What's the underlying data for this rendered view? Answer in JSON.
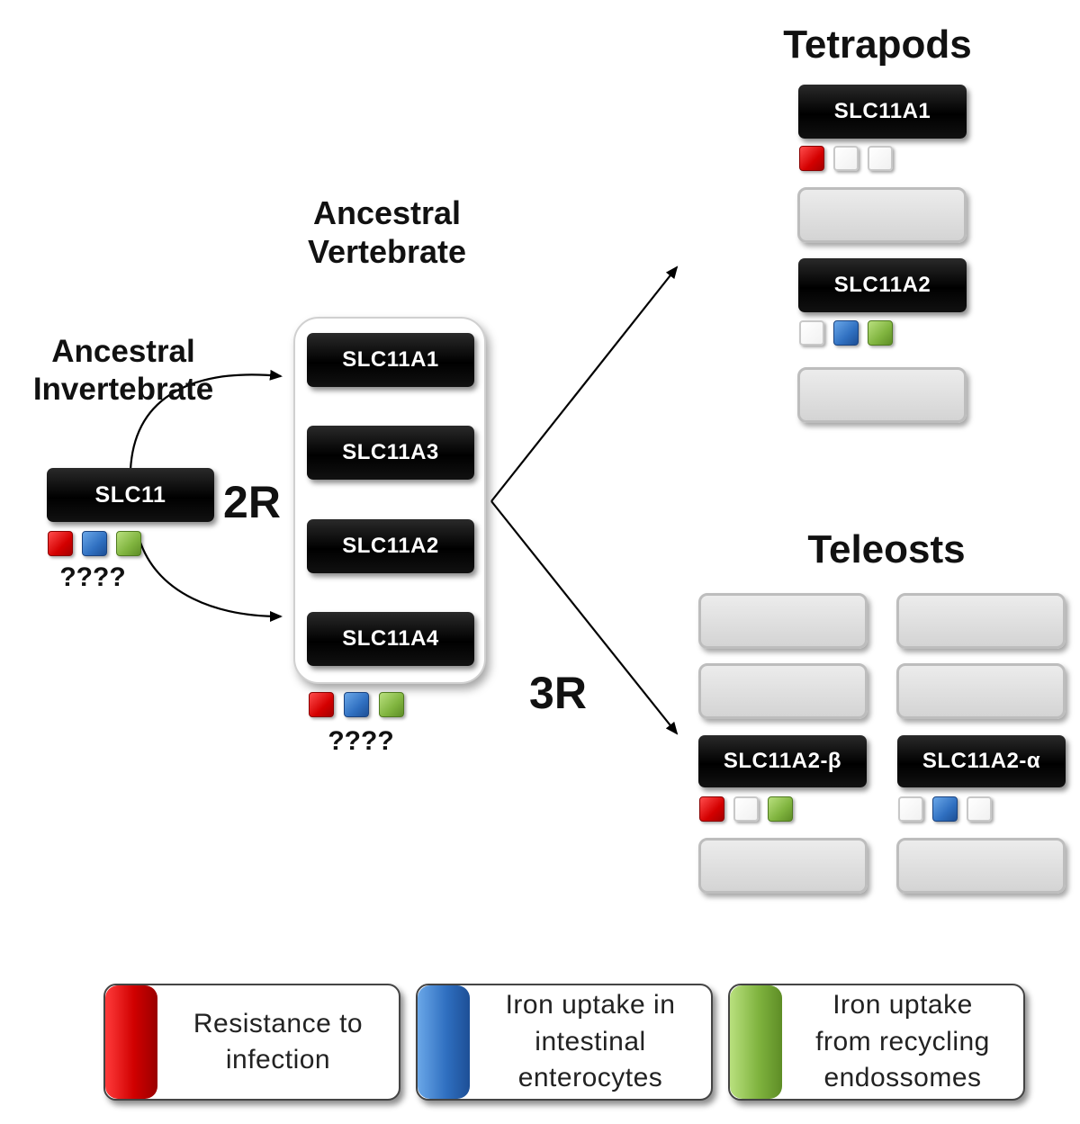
{
  "labels": {
    "ancestral_invertebrate": "Ancestral\nInvertebrate",
    "ancestral_vertebrate": "Ancestral\nVertebrate",
    "tetrapods": "Tetrapods",
    "teleosts": "Teleosts",
    "two_r": "2R",
    "three_r": "3R",
    "unknown_invertebrate": "????",
    "unknown_vertebrate": "????"
  },
  "genes": {
    "invertebrate": "SLC11",
    "vertebrate": [
      "SLC11A1",
      "SLC11A3",
      "SLC11A2",
      "SLC11A4"
    ],
    "tetrapod_a1": "SLC11A1",
    "tetrapod_a2": "SLC11A2",
    "teleost_beta": "SLC11A2-β",
    "teleost_alpha": "SLC11A2-α"
  },
  "function_markers": {
    "invertebrate": [
      "red",
      "blue",
      "green"
    ],
    "vertebrate": [
      "red",
      "blue",
      "green"
    ],
    "tetrapod_a1": [
      "red",
      "white",
      "white"
    ],
    "tetrapod_a2": [
      "white",
      "blue",
      "green"
    ],
    "teleost_beta": [
      "red",
      "white",
      "green"
    ],
    "teleost_alpha": [
      "white",
      "blue",
      "white"
    ]
  },
  "legend": [
    {
      "color": "#e00000",
      "text": "Resistance to\ninfection"
    },
    {
      "color": "#3a7fd0",
      "text": "Iron uptake in\nintestinal\nenterocytes"
    },
    {
      "color": "#8cc04a",
      "text": "Iron uptake\nfrom recycling\nendossomes"
    }
  ],
  "colors": {
    "red": "#e00000",
    "blue": "#3a7fd0",
    "green": "#8cc04a",
    "gene_box": "#000000",
    "lost_gene_box": "#d8d8d8"
  }
}
